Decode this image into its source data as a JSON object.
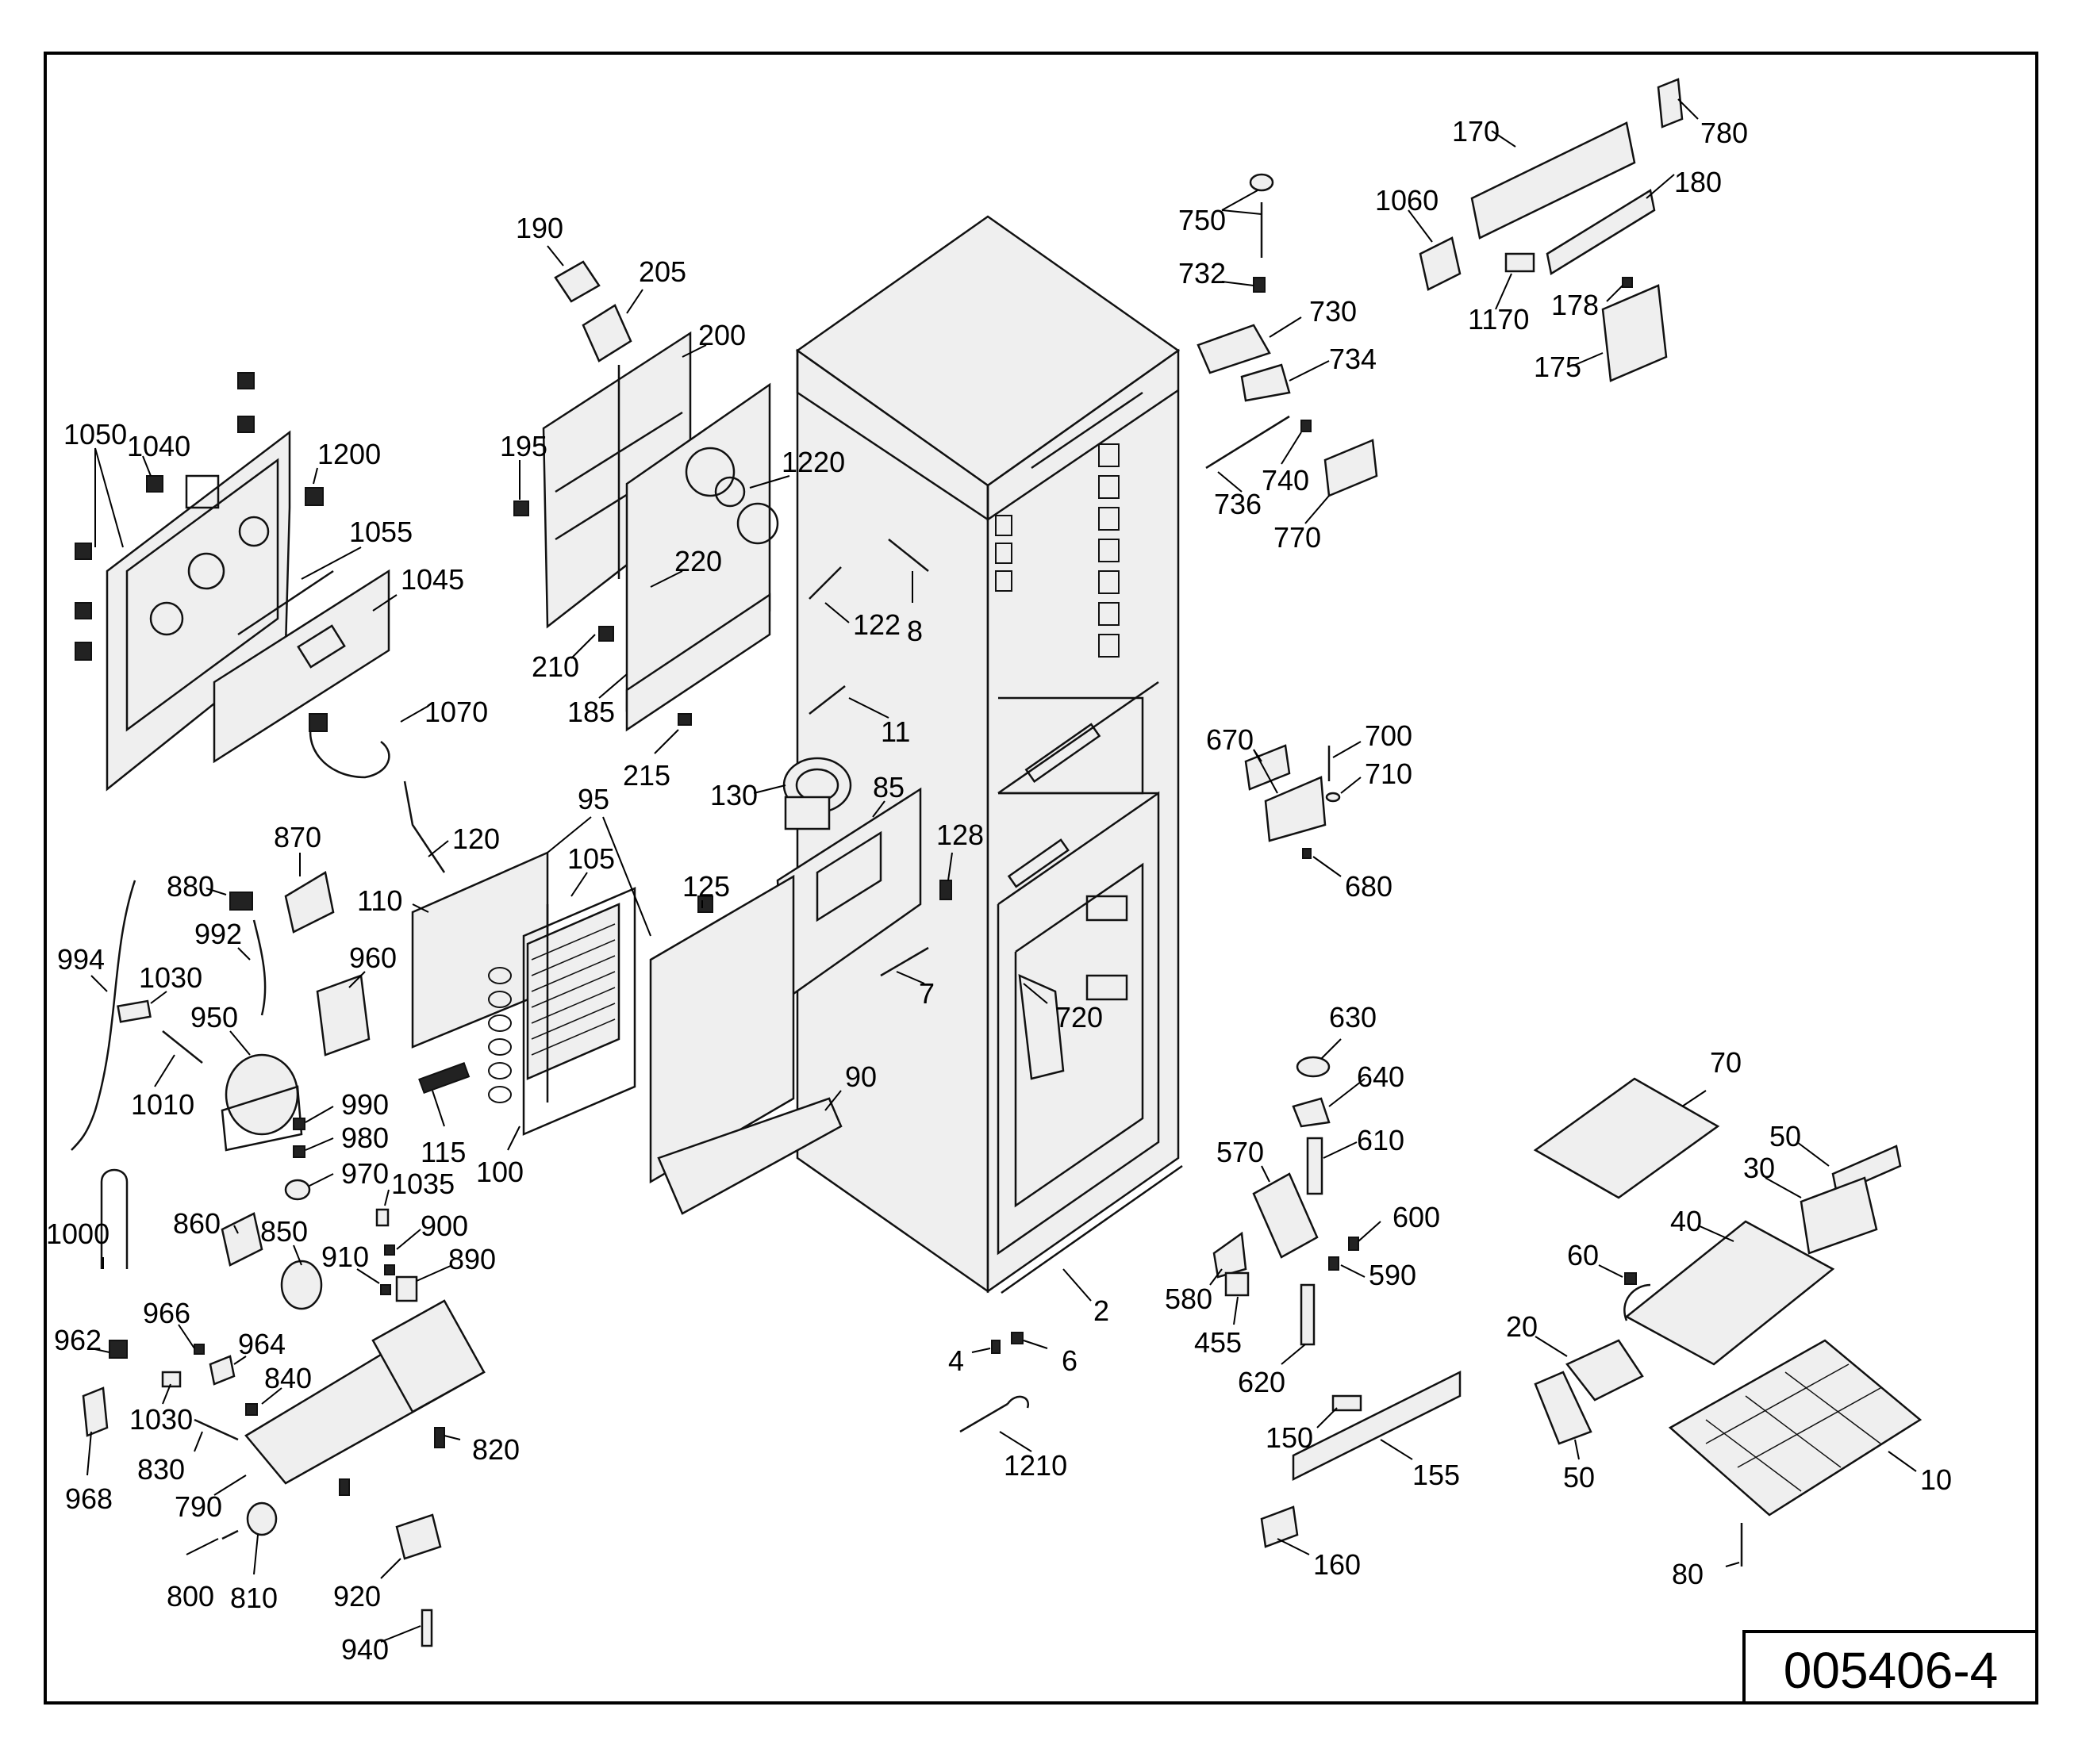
{
  "drawing_number": "005406-4",
  "callouts": {
    "c1050": "1050",
    "c1040": "1040",
    "c1200": "1200",
    "c1055": "1055",
    "c1045": "1045",
    "c1070": "1070",
    "c190": "190",
    "c205": "205",
    "c200": "200",
    "c195": "195",
    "c1220": "1220",
    "c220": "220",
    "c210": "210",
    "c185": "185",
    "c215": "215",
    "c122": "122",
    "c8": "8",
    "c11": "11",
    "c130": "130",
    "c85": "85",
    "c128": "128",
    "c125": "125",
    "c7": "7",
    "c90": "90",
    "c95": "95",
    "c105": "105",
    "c120": "120",
    "c110": "110",
    "c115": "115",
    "c100": "100",
    "c870": "870",
    "c880": "880",
    "c992": "992",
    "c994": "994",
    "c1030a": "1030",
    "c950": "950",
    "c960": "960",
    "c1010": "1010",
    "c990": "990",
    "c980": "980",
    "c970": "970",
    "c1035": "1035",
    "c900": "900",
    "c860": "860",
    "c850": "850",
    "c910": "910",
    "c890": "890",
    "c1000": "1000",
    "c966": "966",
    "c964": "964",
    "c962": "962",
    "c840": "840",
    "c1030b": "1030",
    "c830": "830",
    "c820": "820",
    "c968": "968",
    "c790": "790",
    "c800": "800",
    "c810": "810",
    "c920": "920",
    "c940": "940",
    "c720": "720",
    "c2": "2",
    "c4": "4",
    "c6": "6",
    "c1210": "1210",
    "c750": "750",
    "c732": "732",
    "c730": "730",
    "c734": "734",
    "c736": "736",
    "c740": "740",
    "c770": "770",
    "c670": "670",
    "c700": "700",
    "c710": "710",
    "c680": "680",
    "c630": "630",
    "c640": "640",
    "c610": "610",
    "c570": "570",
    "c600": "600",
    "c590": "590",
    "c580": "580",
    "c455": "455",
    "c620": "620",
    "c150": "150",
    "c155": "155",
    "c160": "160",
    "c170": "170",
    "c780": "780",
    "c180": "180",
    "c1060": "1060",
    "c1170": "1170",
    "c178": "178",
    "c175": "175",
    "c70": "70",
    "c50a": "50",
    "c30": "30",
    "c40": "40",
    "c60": "60",
    "c20": "20",
    "c50b": "50",
    "c10": "10",
    "c80": "80"
  },
  "colors": {
    "ink": "#000000",
    "paper": "#ffffff"
  }
}
